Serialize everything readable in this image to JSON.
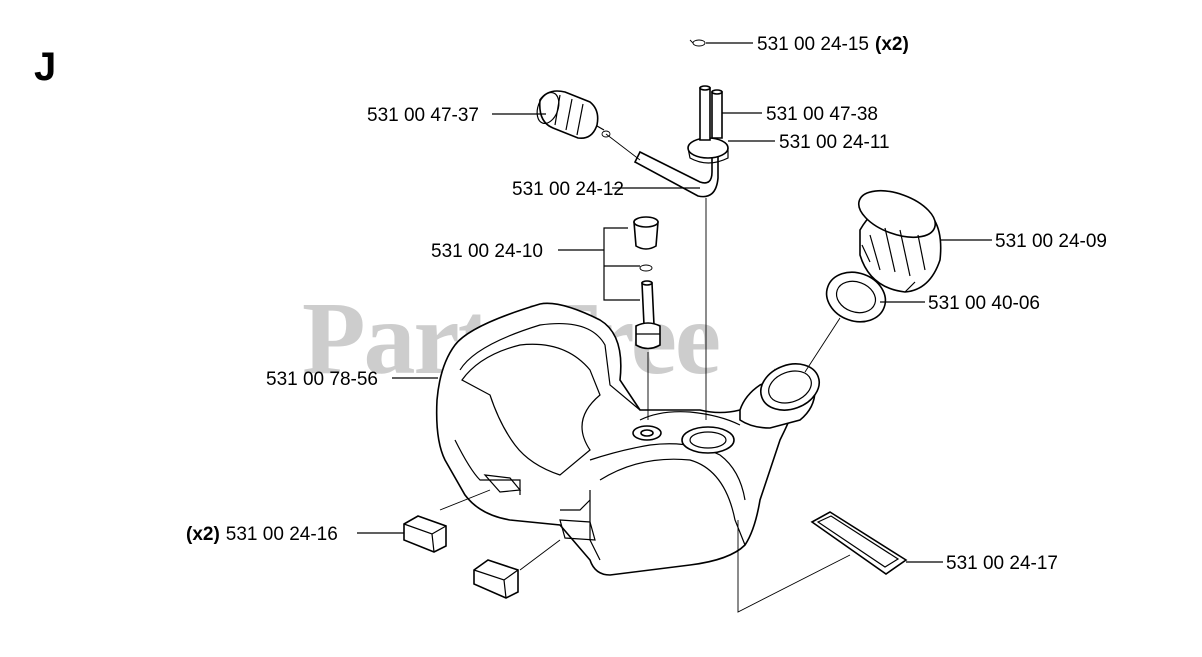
{
  "section_letter": "J",
  "watermark": "PartsTree",
  "callouts": [
    {
      "id": "cap-clip",
      "number": "531 00 24-15",
      "qty_suffix": "(x2)",
      "qty_prefix": ""
    },
    {
      "id": "filter",
      "number": "531 00 47-37",
      "qty_suffix": "",
      "qty_prefix": ""
    },
    {
      "id": "vent-hose",
      "number": "531 00 47-38",
      "qty_suffix": "",
      "qty_prefix": ""
    },
    {
      "id": "grommet",
      "number": "531 00 24-11",
      "qty_suffix": "",
      "qty_prefix": ""
    },
    {
      "id": "fuel-hose",
      "number": "531 00 24-12",
      "qty_suffix": "",
      "qty_prefix": ""
    },
    {
      "id": "vent-valve",
      "number": "531 00 24-10",
      "qty_suffix": "",
      "qty_prefix": ""
    },
    {
      "id": "fuel-cap",
      "number": "531 00 24-09",
      "qty_suffix": "",
      "qty_prefix": ""
    },
    {
      "id": "cap-seal",
      "number": "531 00 40-06",
      "qty_suffix": "",
      "qty_prefix": ""
    },
    {
      "id": "fuel-tank",
      "number": "531 00 78-56",
      "qty_suffix": "",
      "qty_prefix": ""
    },
    {
      "id": "rubber-foot",
      "number": "531 00 24-16",
      "qty_suffix": "",
      "qty_prefix": "(x2)"
    },
    {
      "id": "tank-pad",
      "number": "531 00 24-17",
      "qty_suffix": "",
      "qty_prefix": ""
    }
  ]
}
